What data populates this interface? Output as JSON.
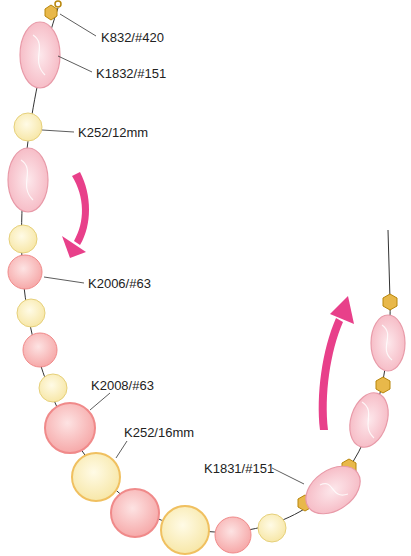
{
  "diagram": {
    "labels": [
      "K832/#420",
      "K1832/#151",
      "K252/12mm",
      "K2006/#63",
      "K2008/#63",
      "K252/16mm",
      "K1831/#151"
    ]
  }
}
